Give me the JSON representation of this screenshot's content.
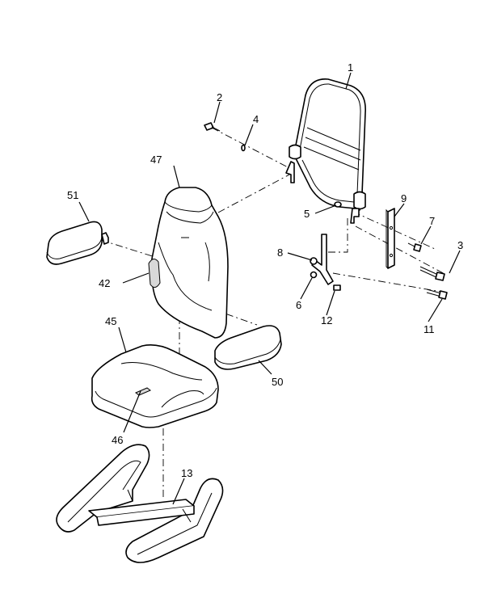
{
  "callouts": {
    "c1": "1",
    "c2": "2",
    "c3": "3",
    "c4": "4",
    "c5": "5",
    "c6": "6",
    "c7": "7",
    "c8": "8",
    "c9": "9",
    "c11": "11",
    "c12": "12",
    "c13": "13",
    "c42": "42",
    "c45": "45",
    "c46": "46",
    "c47": "47",
    "c50": "50",
    "c51": "51"
  }
}
